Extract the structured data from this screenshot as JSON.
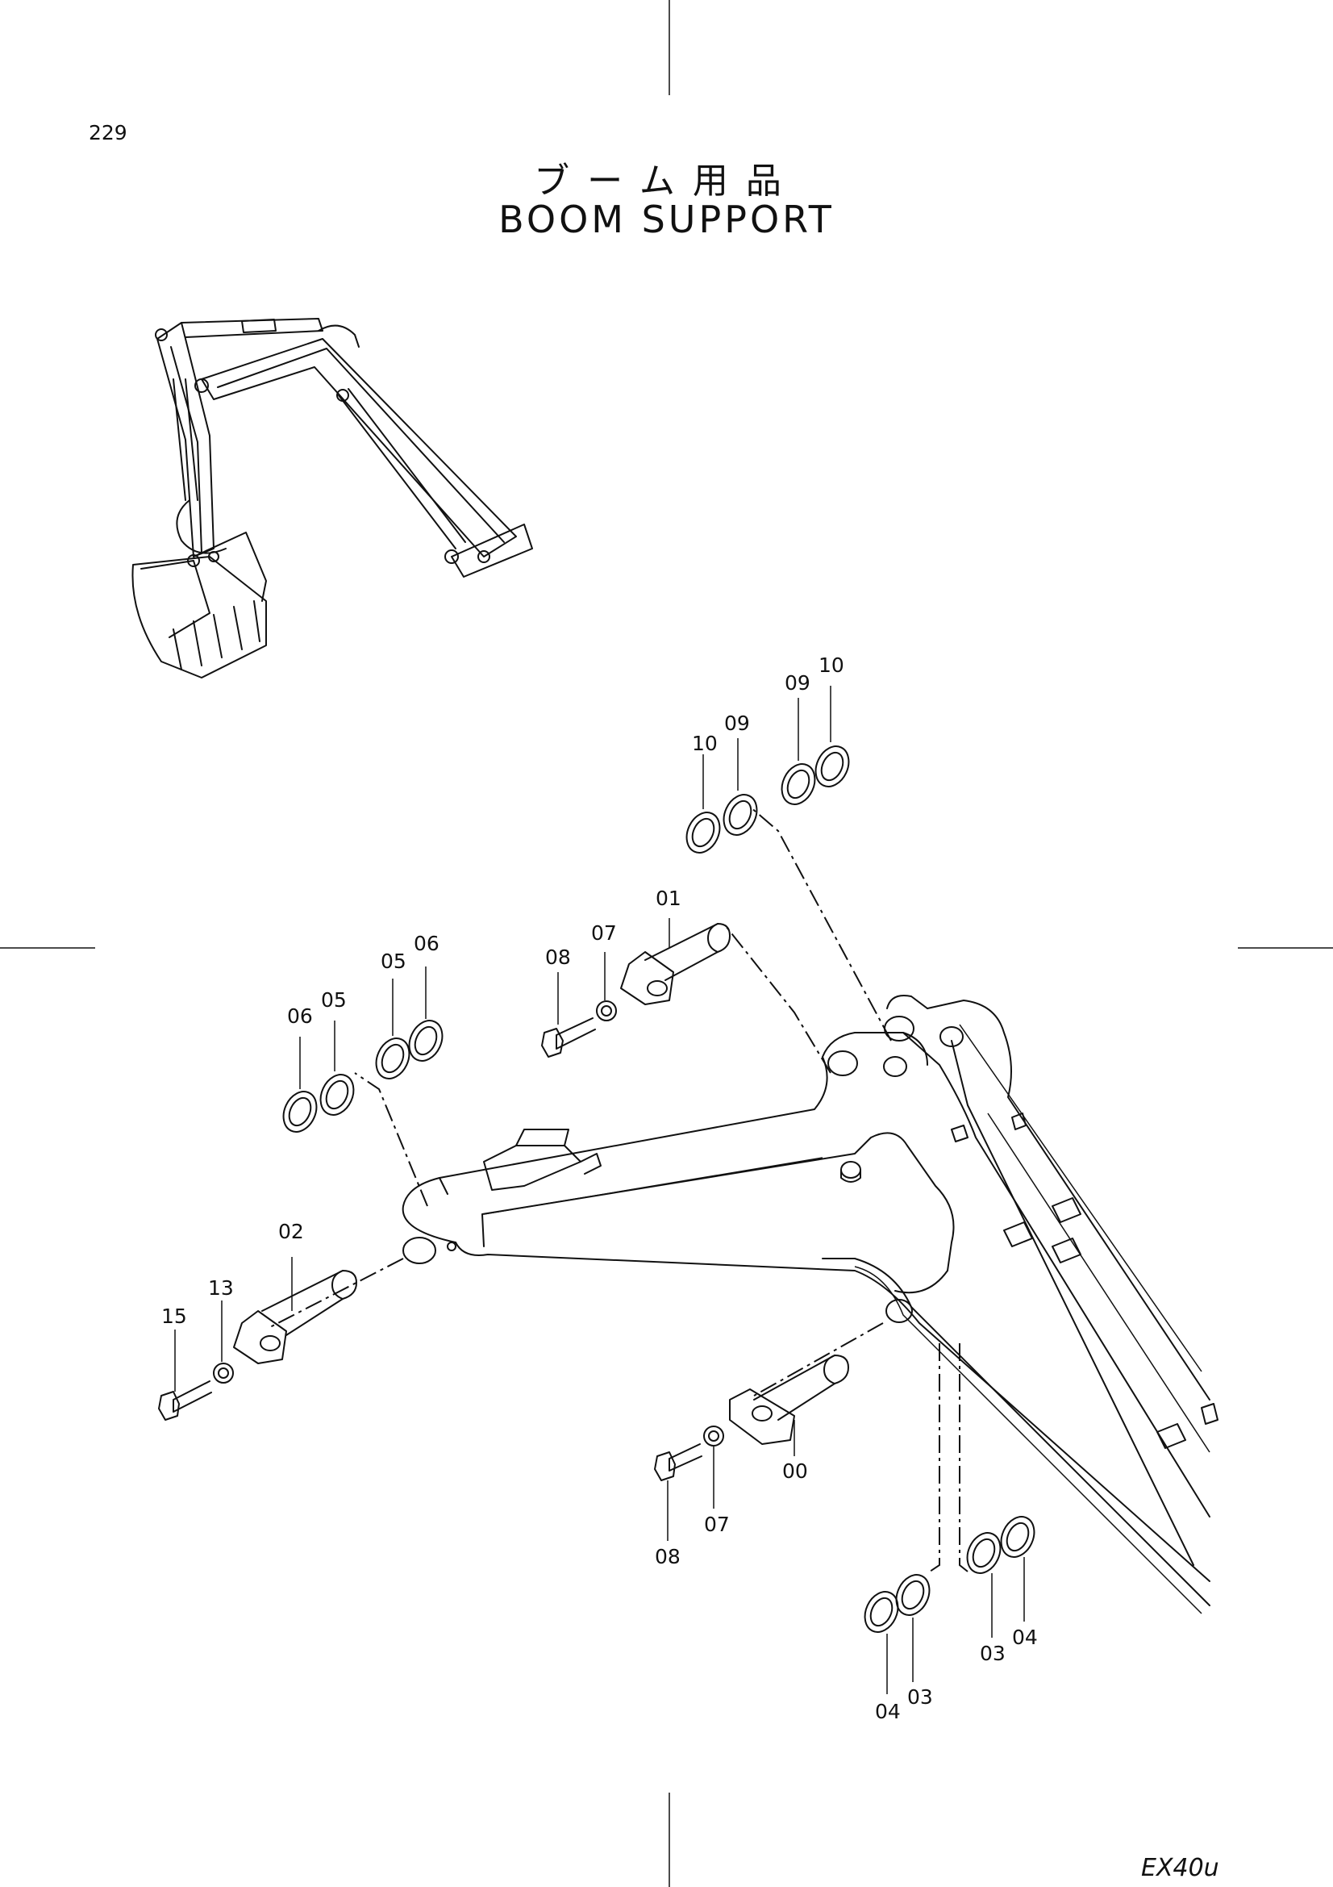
{
  "page_number": "229",
  "title_jp": "ブーム用品",
  "title_en": "BOOM SUPPORT",
  "model": "EX40u",
  "callouts": {
    "c00": "00",
    "c01": "01",
    "c02": "02",
    "c03a": "03",
    "c03b": "03",
    "c04a": "04",
    "c04b": "04",
    "c05a": "05",
    "c05b": "05",
    "c06a": "06",
    "c06b": "06",
    "c07a": "07",
    "c07b": "07",
    "c08a": "08",
    "c08b": "08",
    "c09a": "09",
    "c09b": "09",
    "c10a": "10",
    "c10b": "10",
    "c13": "13",
    "c15": "15"
  }
}
